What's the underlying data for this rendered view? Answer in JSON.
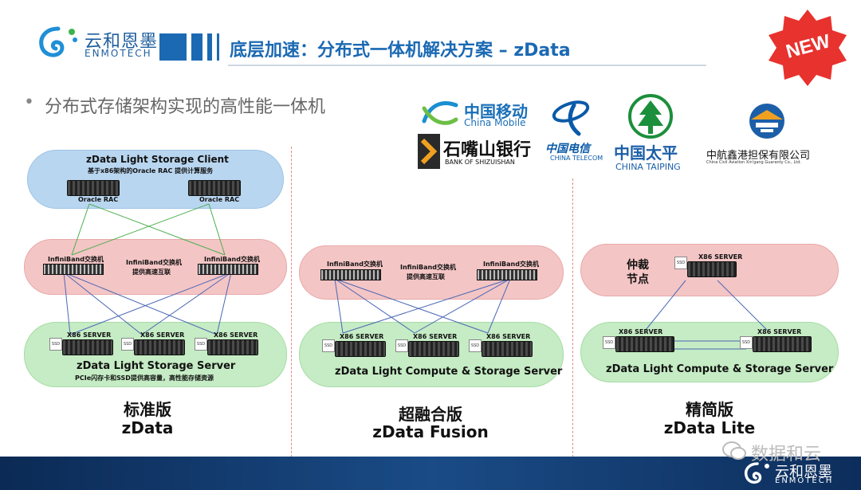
{
  "header": {
    "logo_cn": "云和恩墨",
    "logo_en": "ENMOTECH",
    "title": "底层加速：分布式一体机解决方案 – zData",
    "badge": "NEW"
  },
  "bullet": "分布式存储架构实现的高性能一体机",
  "partners": {
    "china_mobile_cn": "中国移动",
    "china_mobile_en": "China Mobile",
    "china_telecom_cn": "中国电信",
    "china_telecom_en": "CHINA TELECOM",
    "china_taiping_cn": "中国太平",
    "china_taiping_en": "CHINA TAIPING",
    "shizuishan_cn": "石嘴山银行",
    "shizuishan_en": "BANK OF SHIZUISHAN",
    "cavic_cn": "中航鑫港担保有限公司",
    "cavic_en": "China Civil Aviation Xin'gang Guaranty Co., Ltd."
  },
  "standard": {
    "client_title": "zData Light Storage Client",
    "client_sub": "基于x86架构的Oracle RAC 提供计算服务",
    "oracle_rac": "Oracle RAC",
    "ib_switch": "InfiniBand交换机",
    "ib_center_1": "InfiniBand交换机",
    "ib_center_2": "提供高速互联",
    "x86": "X86 SERVER",
    "ssd": "SSD",
    "server_title": "zData Light Storage Server",
    "server_sub": "PCIe闪存卡和SSD提供高容量，高性能存储资源",
    "caption_1": "标准版",
    "caption_2": "zData"
  },
  "fusion": {
    "ib_switch": "InfiniBand交换机",
    "ib_center_1": "InfiniBand交换机",
    "ib_center_2": "提供高速互联",
    "x86": "X86 SERVER",
    "ssd": "SSD",
    "server_title": "zData Light Compute & Storage Server",
    "caption_1": "超融合版",
    "caption_2": "zData Fusion"
  },
  "lite": {
    "arbiter_1": "仲裁",
    "arbiter_2": "节点",
    "x86": "X86 SERVER",
    "ssd": "SSD",
    "server_title": "zData Light Compute & Storage Server",
    "caption_1": "精简版",
    "caption_2": "zData Lite"
  },
  "footer": {
    "watermark": "数据和云",
    "logo_cn": "云和恩墨",
    "logo_en": "ENMOTECH"
  },
  "colors": {
    "title_blue": "#1b69b3",
    "region_blue": "#b9d6f0",
    "region_pink": "#f4c5c5",
    "region_green": "#c5ecc4",
    "badge_red": "#e8322e",
    "footer_navy": "#0b2a55"
  }
}
